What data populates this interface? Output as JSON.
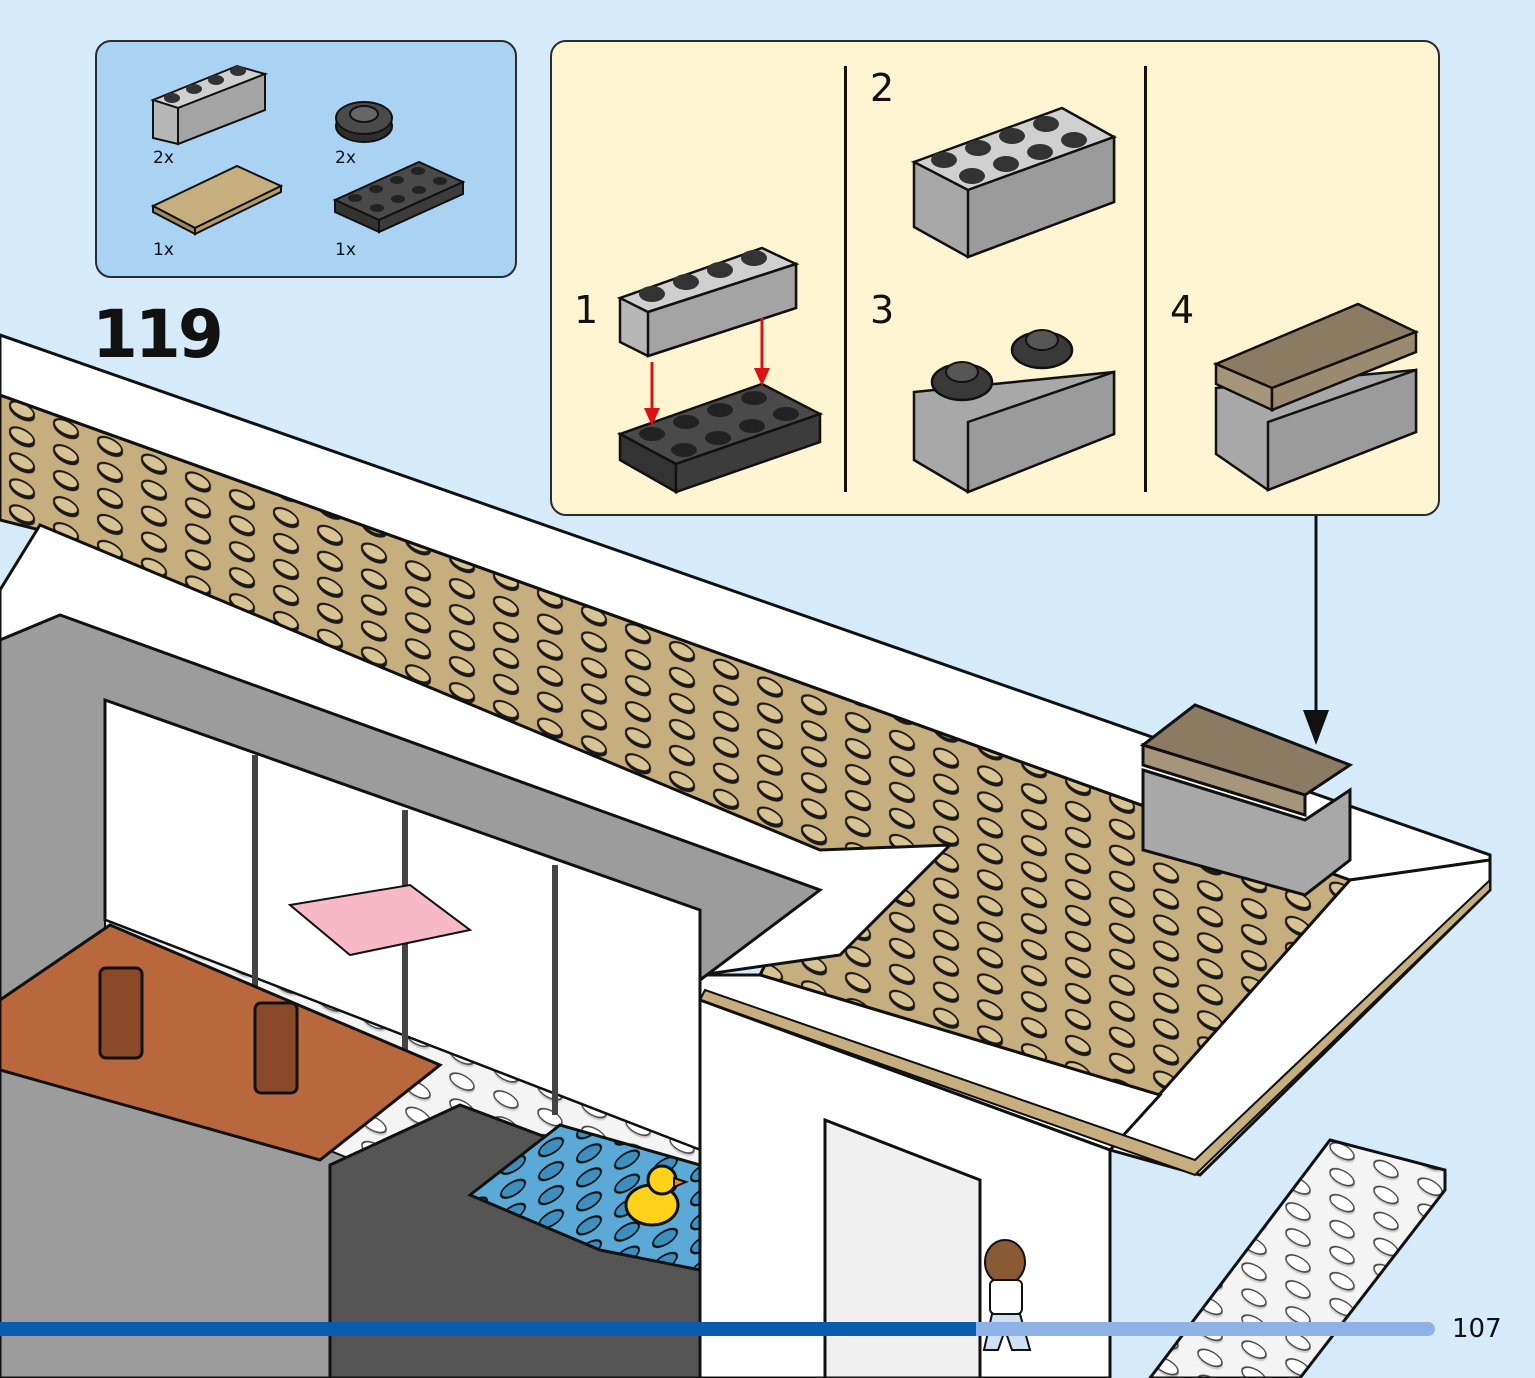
{
  "step": {
    "number": "119"
  },
  "parts": [
    {
      "qty": "2x",
      "icon": "gray-brick-1x4-icon"
    },
    {
      "qty": "2x",
      "icon": "black-round-plate-icon"
    },
    {
      "qty": "1x",
      "icon": "tan-tile-2x4-icon"
    },
    {
      "qty": "1x",
      "icon": "dark-gray-plate-2x4-icon"
    }
  ],
  "substeps": [
    "1",
    "2",
    "3",
    "4"
  ],
  "page": {
    "number": "107"
  },
  "progress": {
    "fraction": 0.68
  },
  "colors": {
    "background": "#d6ebfa",
    "parts_panel": "#a9d2f3",
    "substep_panel": "#fdf5d2",
    "progress_fill": "#0a5cb0",
    "progress_track": "#8fb2e6",
    "tan": "#c6ae7e",
    "white_brick": "#ffffff",
    "gray_brick": "#a8a8a8"
  }
}
